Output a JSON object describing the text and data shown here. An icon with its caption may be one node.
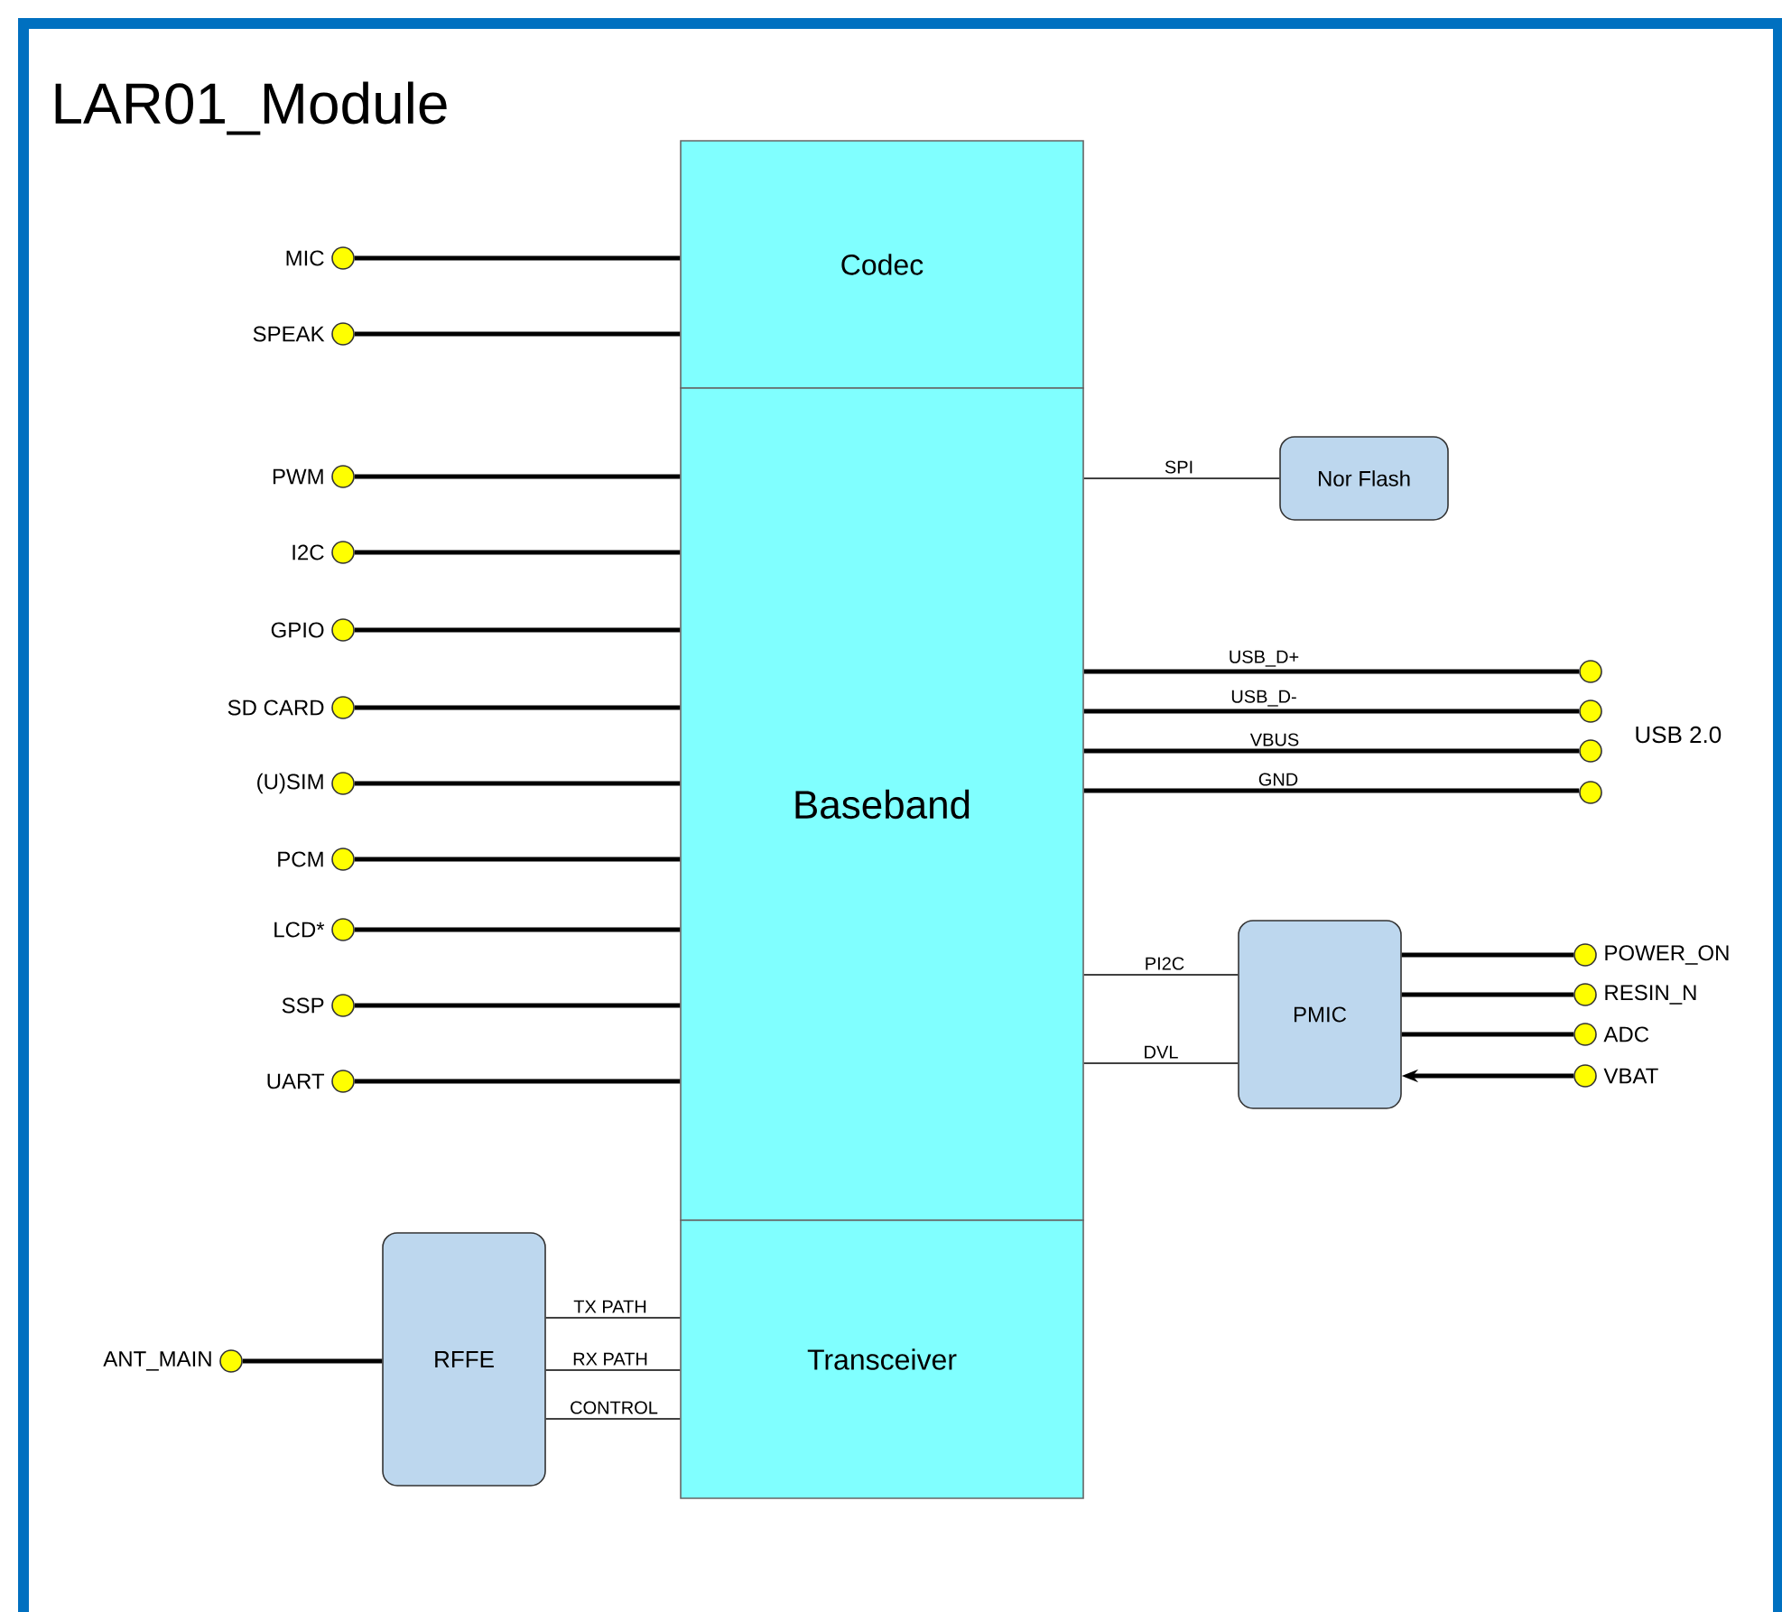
{
  "diagram": {
    "title": "LAR01_Module",
    "nodes": [
      {
        "text": [
          "Codec"
        ]
      },
      {
        "text": [
          "Baseband"
        ]
      },
      {
        "text": [
          "Transceiver"
        ]
      },
      {
        "text": [
          "Nor Flash"
        ]
      },
      {
        "text": [
          "PMIC"
        ]
      },
      {
        "text": [
          "RFFE"
        ]
      },
      {
        "text": [
          "MIC"
        ]
      },
      {
        "text": [
          "SPEAK"
        ]
      },
      {
        "text": [
          "PWM"
        ]
      },
      {
        "text": [
          "I2C"
        ]
      },
      {
        "text": [
          "GPIO"
        ]
      },
      {
        "text": [
          "SD CARD"
        ]
      },
      {
        "text": [
          "(U)SIM"
        ]
      },
      {
        "text": [
          "PCM"
        ]
      },
      {
        "text": [
          "LCD*"
        ]
      },
      {
        "text": [
          "SSP"
        ]
      },
      {
        "text": [
          "UART"
        ]
      },
      {
        "text": [],
        "shape": "circle"
      },
      {
        "text": [],
        "shape": "circle"
      },
      {
        "text": [],
        "shape": "circle"
      },
      {
        "text": [],
        "shape": "circle"
      },
      {
        "text": [
          "POWER_ON"
        ]
      },
      {
        "text": [
          "RESIN_N"
        ]
      },
      {
        "text": [
          "ADC"
        ]
      },
      {
        "text": [
          "VBAT"
        ]
      },
      {
        "text": [
          "ANT_MAIN"
        ]
      }
    ],
    "edges": [
      {
        "from": 6,
        "to": 0,
        "arrow": "none"
      },
      {
        "from": 7,
        "to": 0,
        "arrow": "none"
      },
      {
        "from": 8,
        "to": 1,
        "arrow": "none"
      },
      {
        "from": 9,
        "to": 1,
        "arrow": "none"
      },
      {
        "from": 10,
        "to": 1,
        "arrow": "none"
      },
      {
        "from": 11,
        "to": 1,
        "arrow": "none"
      },
      {
        "from": 12,
        "to": 1,
        "arrow": "none"
      },
      {
        "from": 13,
        "to": 1,
        "arrow": "none"
      },
      {
        "from": 14,
        "to": 1,
        "arrow": "none"
      },
      {
        "from": 15,
        "to": 1,
        "arrow": "none"
      },
      {
        "from": 16,
        "to": 1,
        "arrow": "none"
      },
      {
        "from": 1,
        "to": 3,
        "arrow": "none",
        "label": "SPI"
      },
      {
        "from": 1,
        "to": 17,
        "arrow": "none",
        "label": "USB_D+"
      },
      {
        "from": 1,
        "to": 18,
        "arrow": "none",
        "label": "USB_D-"
      },
      {
        "from": 1,
        "to": 19,
        "arrow": "none",
        "label": "VBUS"
      },
      {
        "from": 1,
        "to": 20,
        "arrow": "none",
        "label": "GND"
      },
      {
        "from": 1,
        "to": 4,
        "arrow": "none",
        "label": "PI2C"
      },
      {
        "from": 1,
        "to": 4,
        "arrow": "none",
        "label": "DVL"
      },
      {
        "from": 4,
        "to": 21,
        "arrow": "none"
      },
      {
        "from": 4,
        "to": 22,
        "arrow": "none"
      },
      {
        "from": 4,
        "to": 23,
        "arrow": "none"
      },
      {
        "from": 24,
        "to": 4,
        "arrow": "to"
      },
      {
        "from": 25,
        "to": 5,
        "arrow": "none"
      },
      {
        "from": 5,
        "to": 2,
        "arrow": "none",
        "label": "TX PATH"
      },
      {
        "from": 5,
        "to": 2,
        "arrow": "none",
        "label": "RX PATH"
      },
      {
        "from": 5,
        "to": 2,
        "arrow": "none",
        "label": "CONTROL"
      }
    ],
    "labels": [
      "USB 2.0"
    ]
  }
}
